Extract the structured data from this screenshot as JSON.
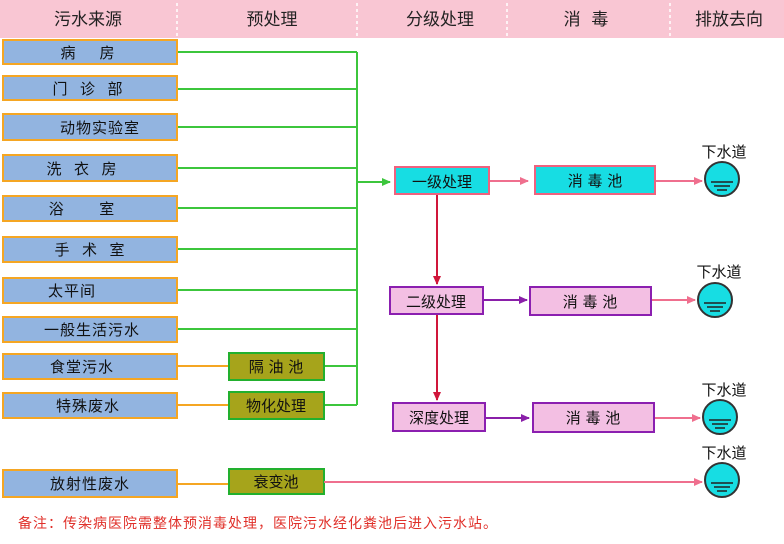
{
  "header": {
    "col1": "污水来源",
    "col2": "预处理",
    "col3": "分级处理",
    "col4": "消  毒",
    "col5": "排放去向"
  },
  "sources": [
    "病    房",
    "门  诊  部",
    "动物实验室",
    "洗  衣  房",
    "浴      室",
    "手  术  室",
    "太平间",
    "一般生活污水",
    "食堂污水",
    "特殊废水",
    "放射性废水"
  ],
  "pretreatment": {
    "grease": "隔 油 池",
    "physchem": "物化处理",
    "decay": "衰变池"
  },
  "treatment": {
    "primary": "一级处理",
    "secondary": "二级处理",
    "advanced": "深度处理"
  },
  "disinfection": {
    "pool1": "消 毒 池",
    "pool2": "消 毒 池",
    "pool3": "消 毒 池"
  },
  "discharge": {
    "label": "下水道"
  },
  "note": "备注：传染病医院需整体预消毒处理，医院污水经化粪池后进入污水站。",
  "colors": {
    "header_bg": "#f9c6d3",
    "source_fill": "#92b4e0",
    "source_border": "#f5a623",
    "pre_fill": "#a6a41b",
    "pre_border": "#22b02e",
    "cyan_fill": "#17dde3",
    "pink_border": "#f0617e",
    "violet_fill": "#f3bfe3",
    "violet_border": "#8b1fb0",
    "green_line": "#3cc63c",
    "orange_line": "#f5a623",
    "pink_line": "#ef6f8e",
    "crimson_line": "#d0163a",
    "purple_line": "#8a1fa9",
    "note_color": "#e0302a"
  }
}
